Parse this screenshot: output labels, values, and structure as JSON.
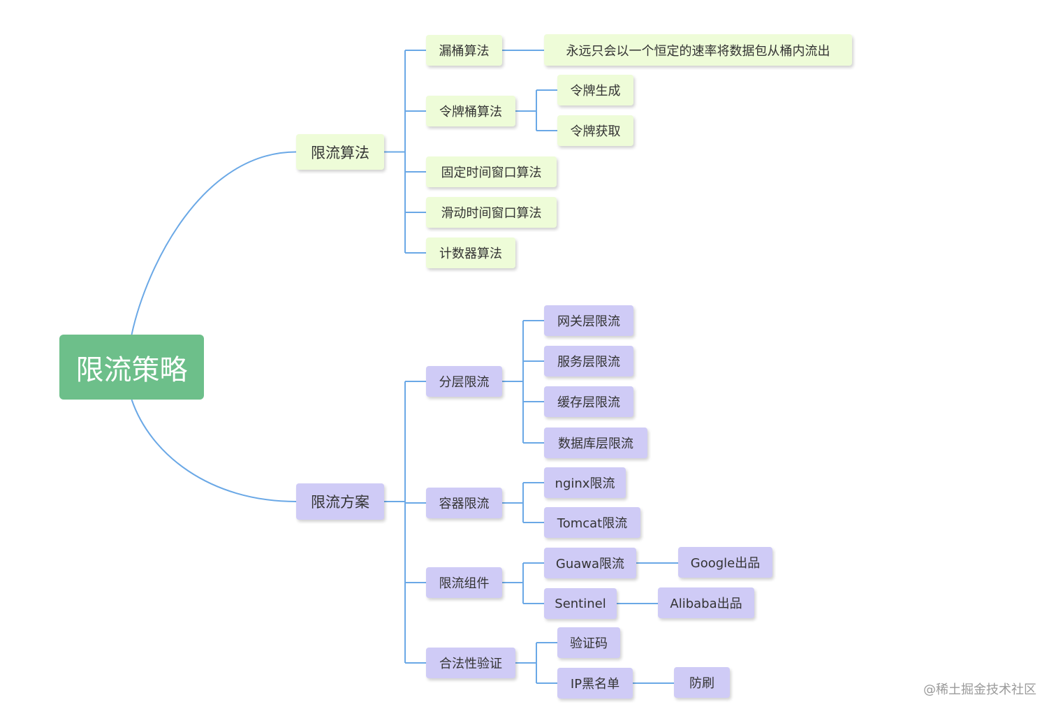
{
  "root": {
    "label": "限流策略"
  },
  "algorithms": {
    "label": "限流算法",
    "leaky_bucket": {
      "label": "漏桶算法",
      "desc": "永远只会以一个恒定的速率将数据包从桶内流出"
    },
    "token_bucket": {
      "label": "令牌桶算法",
      "generate": "令牌生成",
      "acquire": "令牌获取"
    },
    "fixed_window": "固定时间窗口算法",
    "sliding_window": "滑动时间窗口算法",
    "counter": "计数器算法"
  },
  "solutions": {
    "label": "限流方案",
    "layered": {
      "label": "分层限流",
      "gateway": "网关层限流",
      "service": "服务层限流",
      "cache": "缓存层限流",
      "database": "数据库层限流"
    },
    "container": {
      "label": "容器限流",
      "nginx": "nginx限流",
      "tomcat": "Tomcat限流"
    },
    "component": {
      "label": "限流组件",
      "guava": "Guawa限流",
      "guava_origin": "Google出品",
      "sentinel": "Sentinel",
      "sentinel_origin": "Alibaba出品"
    },
    "validation": {
      "label": "合法性验证",
      "captcha": "验证码",
      "ip_blacklist": "IP黑名单",
      "anti_abuse": "防刷"
    }
  },
  "watermark": "@稀土掘金技术社区",
  "colors": {
    "root_fill": "#6dbf8a",
    "algorithm_fill": "#eefcd8",
    "solution_fill": "#cfcbf6",
    "connector": "#6aa8e6"
  }
}
